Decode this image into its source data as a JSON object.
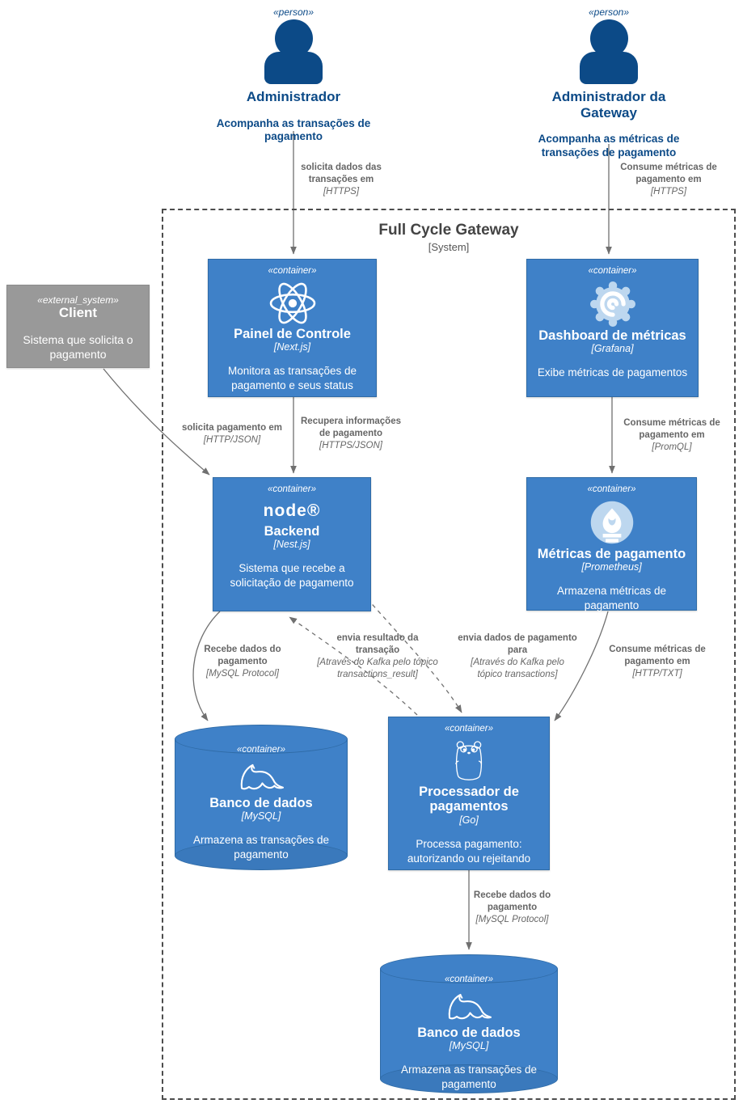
{
  "boundary": {
    "title": "Full Cycle Gateway",
    "subtitle": "[System]"
  },
  "persons": {
    "admin": {
      "stereotype": "«person»",
      "name": "Administrador",
      "description": "Acompanha as transações de pagamento"
    },
    "admin_gateway": {
      "stereotype": "«person»",
      "name": "Administrador da Gateway",
      "description": "Acompanha as métricas de transações de pagamento"
    }
  },
  "external_system": {
    "stereotype": "«external_system»",
    "name": "Client",
    "description": "Sistema que solicita o pagamento"
  },
  "containers": {
    "painel": {
      "stereotype": "«container»",
      "icon": "react-icon",
      "name": "Painel de Controle",
      "tech": "[Next.js]",
      "description": "Monitora as transações de pagamento e seus status"
    },
    "dashboard": {
      "stereotype": "«container»",
      "icon": "grafana-icon",
      "name": "Dashboard de métricas",
      "tech": "[Grafana]",
      "description": "Exibe métricas de pagamentos"
    },
    "backend": {
      "stereotype": "«container»",
      "icon": "nodejs-logo",
      "logo_text": "node®",
      "name": "Backend",
      "tech": "[Nest.js]",
      "description": "Sistema que recebe a solicitação de pagamento"
    },
    "metricas": {
      "stereotype": "«container»",
      "icon": "prometheus-icon",
      "name": "Métricas de pagamento",
      "tech": "[Prometheus]",
      "description": "Armazena métricas de pagamento"
    },
    "banco_dados_1": {
      "stereotype": "«container»",
      "icon": "mysql-icon",
      "name": "Banco de dados",
      "tech": "[MySQL]",
      "description": "Armazena as transações de pagamento"
    },
    "processador": {
      "stereotype": "«container»",
      "icon": "go-gopher-icon",
      "name": "Processador de pagamentos",
      "tech": "[Go]",
      "description": "Processa pagamento: autorizando ou rejeitando"
    },
    "banco_dados_2": {
      "stereotype": "«container»",
      "icon": "mysql-icon",
      "name": "Banco de dados",
      "tech": "[MySQL]",
      "description": "Armazena as transações de pagamento"
    }
  },
  "edges": {
    "admin_painel": {
      "label": "solicita dados das transações em",
      "tech": "[HTTPS]"
    },
    "admingw_dashboard": {
      "label": "Consume métricas de pagamento em",
      "tech": "[HTTPS]"
    },
    "client_backend": {
      "label": "solicita pagamento em",
      "tech": "[HTTP/JSON]"
    },
    "painel_backend": {
      "label": "Recupera informações de pagamento",
      "tech": "[HTTPS/JSON]"
    },
    "dashboard_metricas": {
      "label": "Consume métricas de pagamento em",
      "tech": "[PromQL]"
    },
    "backend_banco": {
      "label": "Recebe dados do pagamento",
      "tech": "[MySQL Protocol]"
    },
    "processador_backend": {
      "label": "envia resultado da transação",
      "tech": "[Através do Kafka pelo tópico transactions_result]"
    },
    "backend_processador": {
      "label": "envia dados de pagamento para",
      "tech": "[Através do Kafka pelo tópico transactions]"
    },
    "metricas_processador": {
      "label": "Consume métricas de pagamento em",
      "tech": "[HTTP/TXT]"
    },
    "processador_banco": {
      "label": "Recebe dados do pagamento",
      "tech": "[MySQL Protocol]"
    }
  },
  "colors": {
    "container_fill": "#3f81c8",
    "container_border": "#2f6ba6",
    "person_navy": "#0c4a87",
    "external_gray": "#999999",
    "edge_gray": "#707070",
    "boundary_gray": "#4d4d4d",
    "icon_light_blue": "#bdd7ef"
  }
}
